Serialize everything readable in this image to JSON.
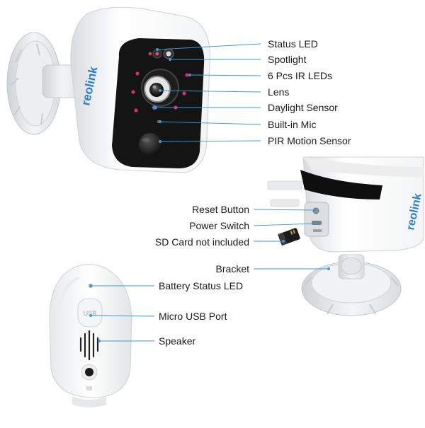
{
  "brand": {
    "logo_text": "reolink",
    "accent": "#2a7fd4",
    "leader_color": "#3b9bd8"
  },
  "front_view": {
    "callouts": [
      {
        "id": "status-led",
        "label": "Status LED"
      },
      {
        "id": "spotlight",
        "label": "Spotlight"
      },
      {
        "id": "ir-leds",
        "label": "6 Pcs IR LEDs"
      },
      {
        "id": "lens",
        "label": "Lens"
      },
      {
        "id": "daylight-sensor",
        "label": "Daylight Sensor"
      },
      {
        "id": "built-in-mic",
        "label": "Built-in Mic"
      },
      {
        "id": "pir-motion-sensor",
        "label": "PIR Motion Sensor"
      }
    ]
  },
  "side_view": {
    "callouts": [
      {
        "id": "reset-button",
        "label": "Reset Button"
      },
      {
        "id": "power-switch",
        "label": "Power Switch"
      },
      {
        "id": "sd-card",
        "label": "SD Card not included"
      },
      {
        "id": "bracket",
        "label": "Bracket"
      }
    ]
  },
  "back_view": {
    "usb_mark": "USB",
    "callouts": [
      {
        "id": "battery-status-led",
        "label": "Battery Status LED"
      },
      {
        "id": "micro-usb-port",
        "label": "Micro USB Port"
      },
      {
        "id": "speaker",
        "label": "Speaker"
      }
    ]
  }
}
